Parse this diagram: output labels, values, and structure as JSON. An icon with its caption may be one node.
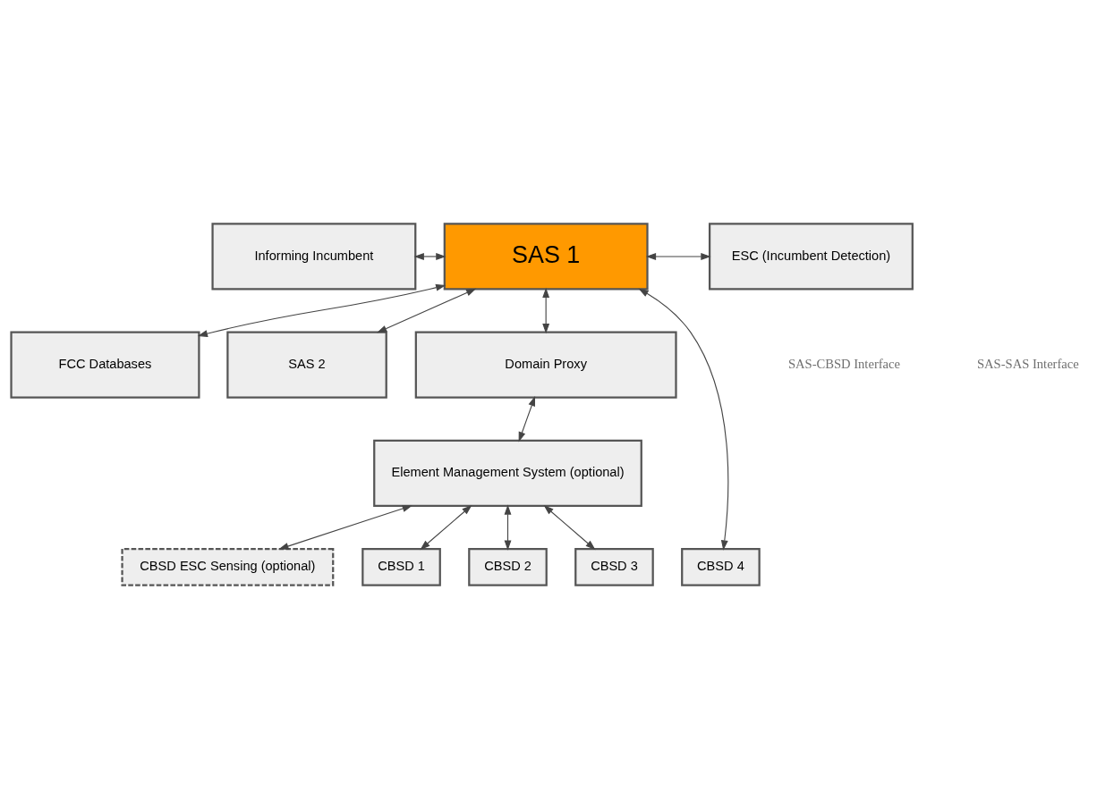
{
  "diagram": {
    "nodes": [
      {
        "text": [
          "FCC Databases"
        ]
      },
      {
        "text": [
          "SAS 2"
        ]
      },
      {
        "text": [
          "Informing Incumbent"
        ]
      },
      {
        "text": [
          "SAS 1"
        ]
      },
      {
        "text": [
          "ESC (Incumbent Detection)"
        ]
      },
      {
        "text": [
          "Domain Proxy"
        ]
      },
      {
        "text": [
          "Element Management System (optional)"
        ]
      },
      {
        "text": [
          "CBSD ESC Sensing (optional)"
        ]
      },
      {
        "text": [
          "CBSD 1"
        ]
      },
      {
        "text": [
          "CBSD 2"
        ]
      },
      {
        "text": [
          "CBSD 3"
        ]
      },
      {
        "text": [
          "CBSD 4"
        ]
      }
    ],
    "edges": [
      {
        "from": 3,
        "to": 0,
        "arrow": "both"
      },
      {
        "from": 3,
        "to": 1,
        "arrow": "both"
      },
      {
        "from": 2,
        "to": 3,
        "arrow": "both"
      },
      {
        "from": 3,
        "to": 4,
        "arrow": "both"
      },
      {
        "from": 3,
        "to": 5,
        "arrow": "both"
      },
      {
        "from": 5,
        "to": 6,
        "arrow": "both"
      },
      {
        "from": 6,
        "to": 7,
        "arrow": "both"
      },
      {
        "from": 6,
        "to": 8,
        "arrow": "both"
      },
      {
        "from": 6,
        "to": 9,
        "arrow": "both"
      },
      {
        "from": 6,
        "to": 10,
        "arrow": "both"
      },
      {
        "from": 3,
        "to": 11,
        "arrow": "both"
      }
    ],
    "labels": [
      "SAS-SAS Interface",
      "SAS-CBSD Interface"
    ]
  }
}
